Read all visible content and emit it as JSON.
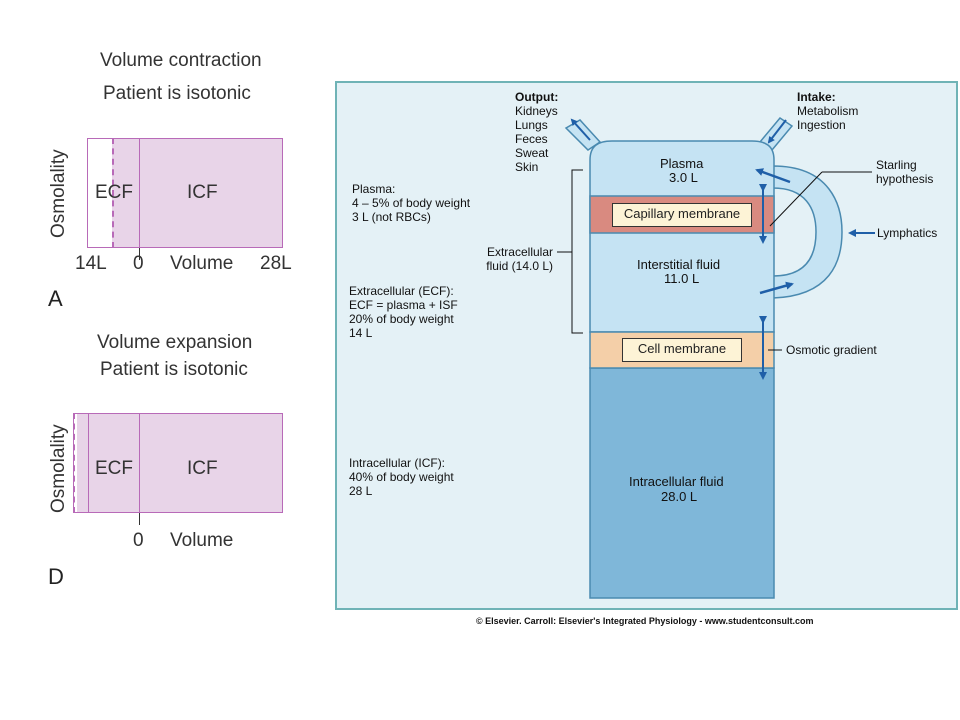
{
  "panel_a": {
    "title1": "Volume contraction",
    "title2": "Patient is isotonic",
    "axis_label": "Osmolality",
    "ecf": "ECF",
    "icf": "ICF",
    "tick_left": "14L",
    "tick_zero": "0",
    "tick_volume": "Volume",
    "tick_right": "28L",
    "letter": "A"
  },
  "panel_d": {
    "title1": "Volume expansion",
    "title2": "Patient is isotonic",
    "axis_label": "Osmolality",
    "ecf": "ECF",
    "icf": "ICF",
    "tick_zero": "0",
    "tick_volume": "Volume",
    "letter": "D"
  },
  "diagram": {
    "output_header": "Output:",
    "output_items": [
      "Kidneys",
      "Lungs",
      "Feces",
      "Sweat",
      "Skin"
    ],
    "intake_header": "Intake:",
    "intake_items": [
      "Metabolism",
      "Ingestion"
    ],
    "plasma_name": "Plasma",
    "plasma_vol": "3.0 L",
    "capillary": "Capillary membrane",
    "interstitial_name": "Interstitial fluid",
    "interstitial_vol": "11.0 L",
    "cell_membrane": "Cell membrane",
    "icf_name": "Intracellular fluid",
    "icf_vol": "28.0 L",
    "starling1": "Starling",
    "starling2": "hypothesis",
    "lymphatics": "Lymphatics",
    "osmotic": "Osmotic gradient",
    "plasma_note": [
      "Plasma:",
      "4 – 5% of body weight",
      "3 L (not RBCs)"
    ],
    "ecf_bracket": [
      "Extracellular",
      "fluid (14.0 L)"
    ],
    "ecf_note": [
      "Extracellular (ECF):",
      "ECF = plasma + ISF",
      "20% of body weight",
      "14 L"
    ],
    "icf_note": [
      "Intracellular (ICF):",
      "40% of body weight",
      "28 L"
    ],
    "credit": "© Elsevier. Carroll: Elsevier's Integrated Physiology - www.studentconsult.com",
    "colors": {
      "plasma_fill": "#c5e3f3",
      "icf_fill": "#7fb7d9",
      "capillary_fill": "#d98a80",
      "cell_membrane_fill": "#f4cfa8",
      "arrow": "#1f5fa8",
      "panel_border": "#6fb3b6"
    }
  }
}
